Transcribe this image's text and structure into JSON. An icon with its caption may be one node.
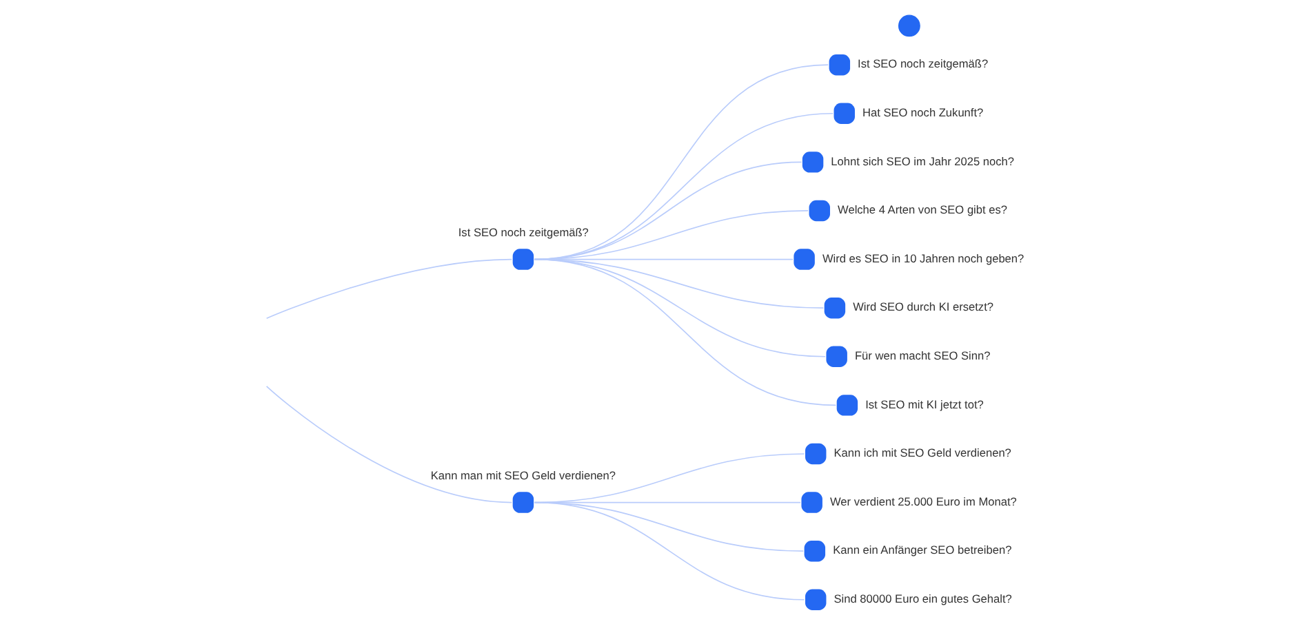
{
  "diagram": {
    "nodes": [
      {
        "text": [],
        "shape": "circle"
      },
      {
        "text": [
          "Ist SEO noch zeitgemäß?"
        ]
      },
      {
        "text": [
          "Ist SEO noch zeitgemäß?"
        ]
      },
      {
        "text": [
          "Hat SEO noch Zukunft?"
        ]
      },
      {
        "text": [
          "Lohnt sich SEO im Jahr 2025 noch?"
        ]
      },
      {
        "text": [
          "Welche 4 Arten von SEO gibt es?"
        ]
      },
      {
        "text": [
          "Wird es SEO in 10 Jahren noch geben?"
        ]
      },
      {
        "text": [
          "Wird SEO durch KI ersetzt?"
        ]
      },
      {
        "text": [
          "Für wen macht SEO Sinn?"
        ]
      },
      {
        "text": [
          "Ist SEO mit KI jetzt tot?"
        ]
      },
      {
        "text": [
          "Kann man mit SEO Geld verdienen?"
        ]
      },
      {
        "text": [
          "Kann ich mit SEO Geld verdienen?"
        ]
      },
      {
        "text": [
          "Wer verdient 25.000 Euro im Monat?"
        ]
      },
      {
        "text": [
          "Kann ein Anfänger SEO betreiben?"
        ]
      },
      {
        "text": [
          "Sind 80000 Euro ein gutes Gehalt?"
        ]
      }
    ],
    "edges": [
      {
        "from": null,
        "to": 1,
        "arrow": "none"
      },
      {
        "from": null,
        "to": 10,
        "arrow": "none"
      },
      {
        "from": 1,
        "to": 2,
        "arrow": "none"
      },
      {
        "from": 1,
        "to": 3,
        "arrow": "none"
      },
      {
        "from": 1,
        "to": 4,
        "arrow": "none"
      },
      {
        "from": 1,
        "to": 5,
        "arrow": "none"
      },
      {
        "from": 1,
        "to": 6,
        "arrow": "none"
      },
      {
        "from": 1,
        "to": 7,
        "arrow": "none"
      },
      {
        "from": 1,
        "to": 8,
        "arrow": "none"
      },
      {
        "from": 1,
        "to": 9,
        "arrow": "none"
      },
      {
        "from": 10,
        "to": 11,
        "arrow": "none"
      },
      {
        "from": 10,
        "to": 12,
        "arrow": "none"
      },
      {
        "from": 10,
        "to": 13,
        "arrow": "none"
      },
      {
        "from": 10,
        "to": 14,
        "arrow": "none"
      }
    ]
  }
}
